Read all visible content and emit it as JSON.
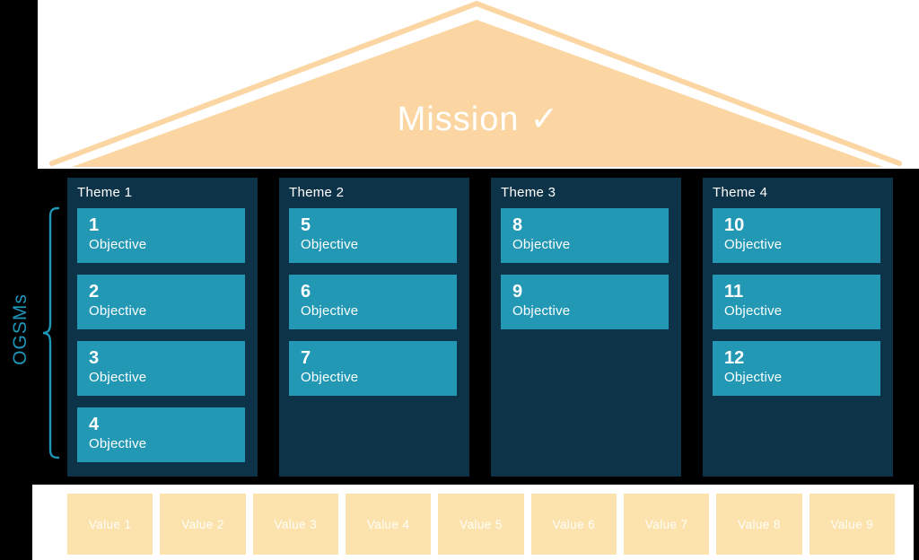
{
  "palette": {
    "background": "#000000",
    "band_white": "#ffffff",
    "roof_peach": "#fbd6a2",
    "value_peach": "#fce3ad",
    "column_navy": "#0d3349",
    "objective_teal": "#2298b4",
    "accent_teal": "#1e96b8",
    "text_light": "#ffffff"
  },
  "mission": {
    "label": "Mission",
    "check_icon": "✓"
  },
  "ogsm": {
    "label": "OGSMs"
  },
  "themes": [
    {
      "label": "Theme 1",
      "objectives": [
        {
          "num": "1",
          "label": "Objective"
        },
        {
          "num": "2",
          "label": "Objective"
        },
        {
          "num": "3",
          "label": "Objective"
        },
        {
          "num": "4",
          "label": "Objective"
        }
      ]
    },
    {
      "label": "Theme 2",
      "objectives": [
        {
          "num": "5",
          "label": "Objective"
        },
        {
          "num": "6",
          "label": "Objective"
        },
        {
          "num": "7",
          "label": "Objective"
        }
      ]
    },
    {
      "label": "Theme 3",
      "objectives": [
        {
          "num": "8",
          "label": "Objective"
        },
        {
          "num": "9",
          "label": "Objective"
        }
      ]
    },
    {
      "label": "Theme 4",
      "objectives": [
        {
          "num": "10",
          "label": "Objective"
        },
        {
          "num": "11",
          "label": "Objective"
        },
        {
          "num": "12",
          "label": "Objective"
        }
      ]
    }
  ],
  "values": [
    {
      "label": "Value 1"
    },
    {
      "label": "Value 2"
    },
    {
      "label": "Value 3"
    },
    {
      "label": "Value 4"
    },
    {
      "label": "Value 5"
    },
    {
      "label": "Value 6"
    },
    {
      "label": "Value 7"
    },
    {
      "label": "Value 8"
    },
    {
      "label": "Value 9"
    }
  ]
}
